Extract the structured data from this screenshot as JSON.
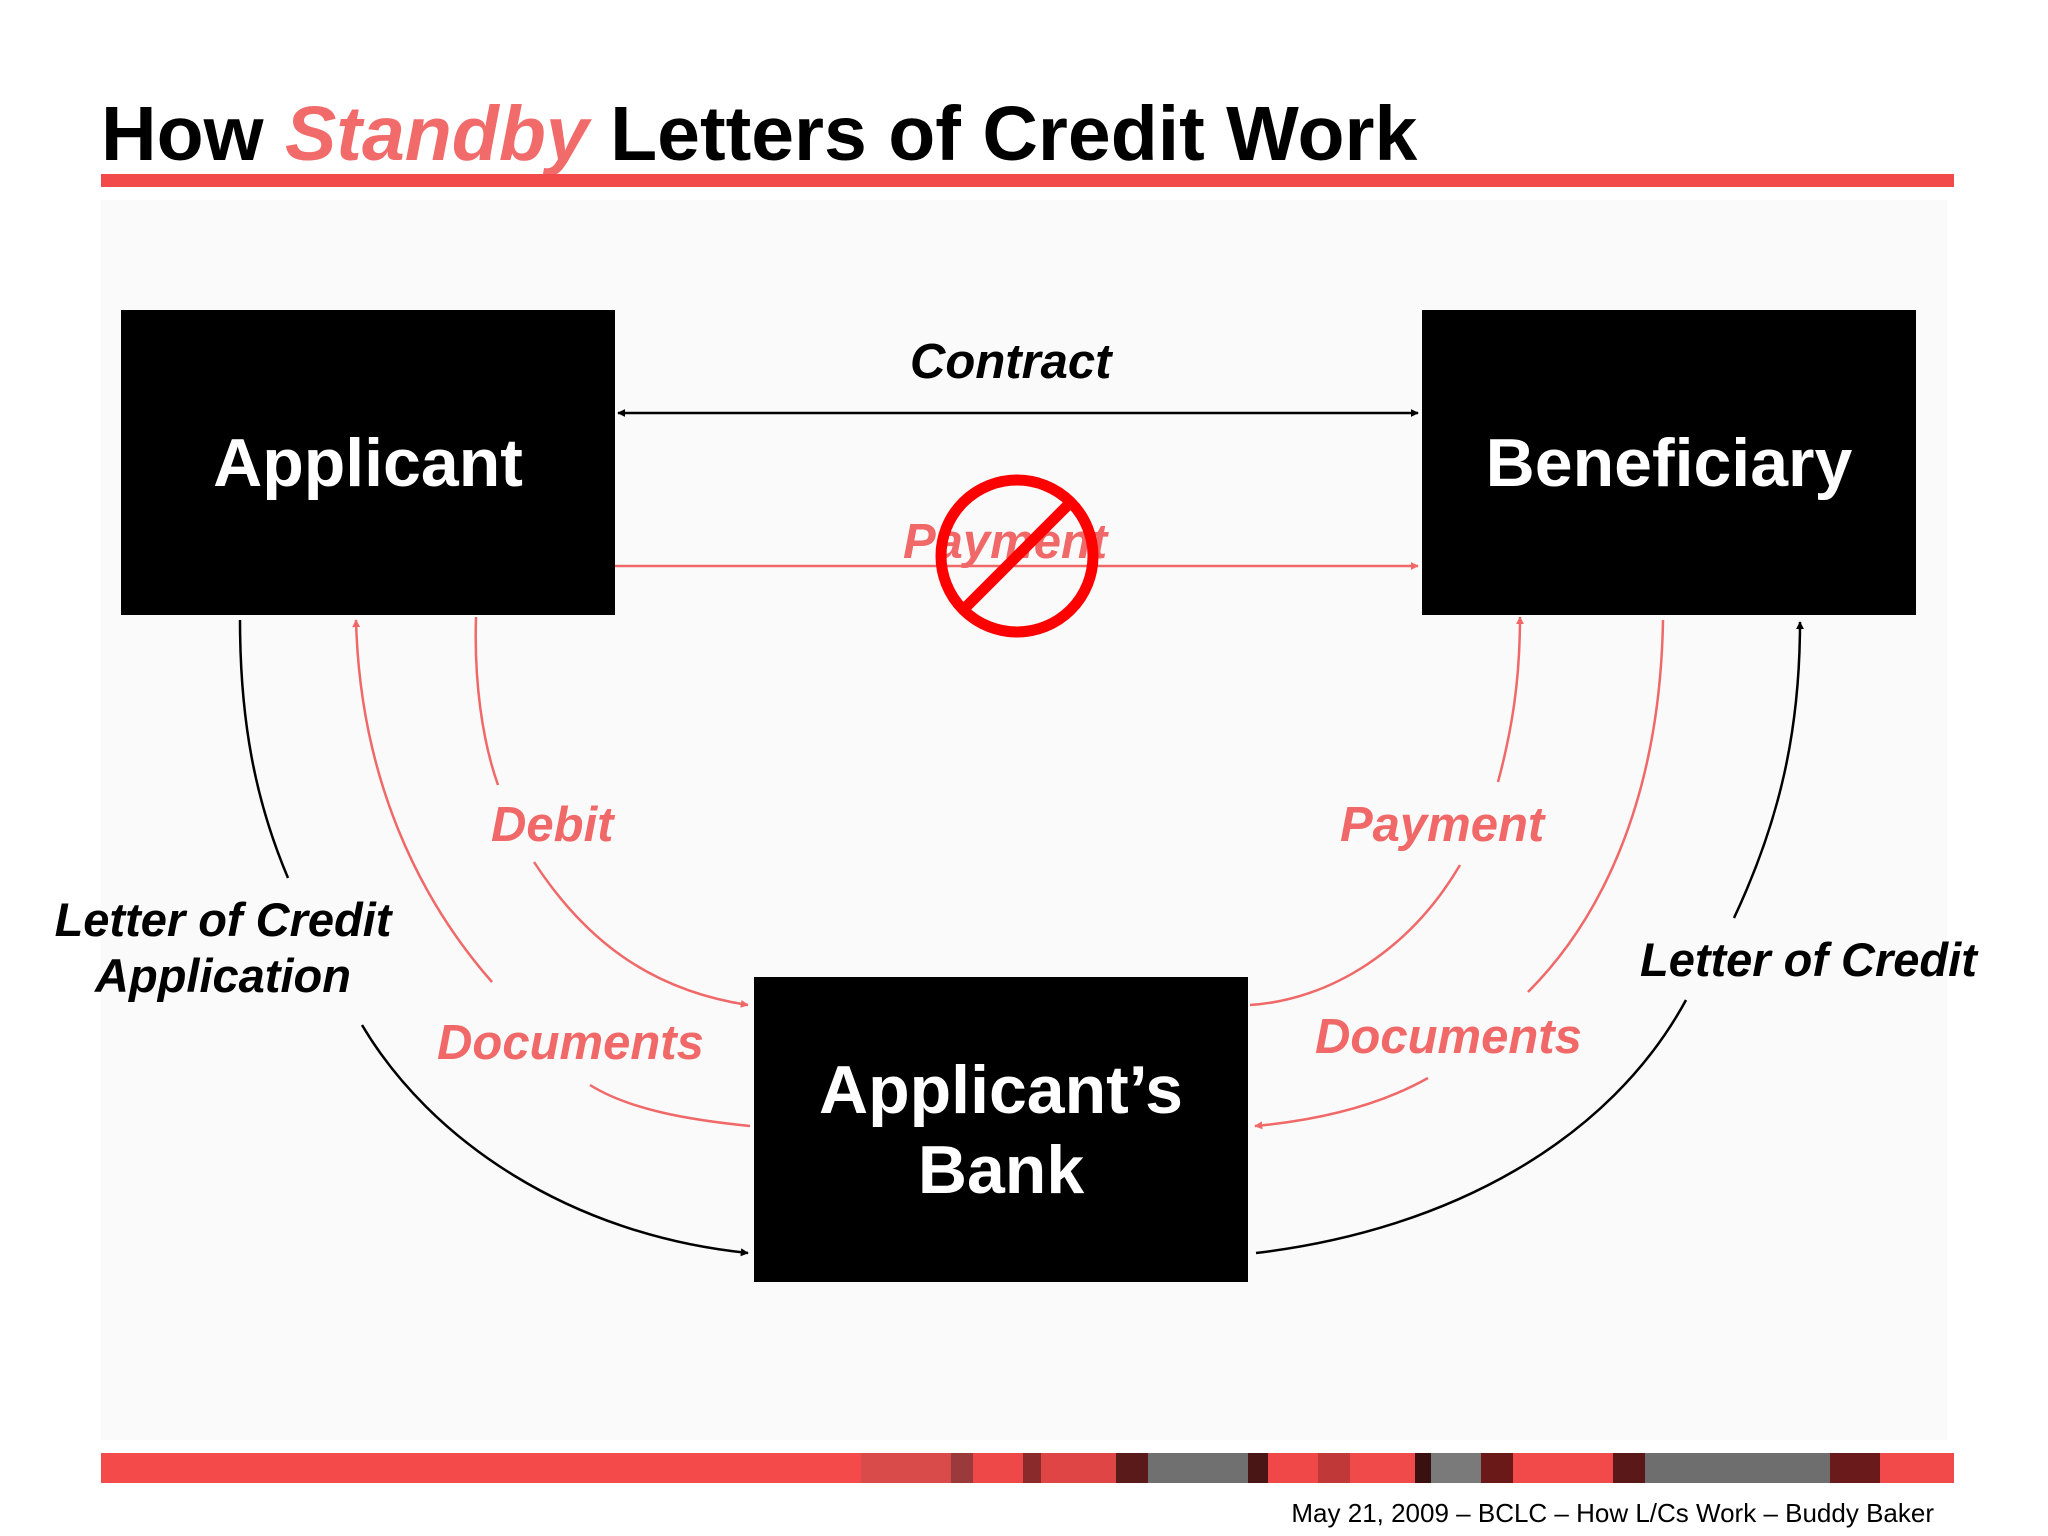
{
  "title": {
    "prefix": "How ",
    "emphasis": "Standby",
    "suffix": " Letters of Credit Work"
  },
  "colors": {
    "accent": "#f24a4a",
    "flow_red": "#f06868",
    "box_fill": "#000000",
    "prohibition": "#ff0000"
  },
  "parties": {
    "applicant": "Applicant",
    "beneficiary": "Beneficiary",
    "bank_line1": "Applicant’s",
    "bank_line2": "Bank"
  },
  "flows": {
    "contract": "Contract",
    "payment_blocked": "Payment",
    "debit": "Debit",
    "documents_left": "Documents",
    "lc_application_line1": "Letter of Credit",
    "lc_application_line2": "Application",
    "payment_right": "Payment",
    "documents_right": "Documents",
    "letter_of_credit": "Letter of Credit"
  },
  "icons": {
    "blocked": "prohibition-icon"
  },
  "footer": {
    "text": "May 21, 2009 – BCLC – How L/Cs Work – Buddy Baker"
  }
}
